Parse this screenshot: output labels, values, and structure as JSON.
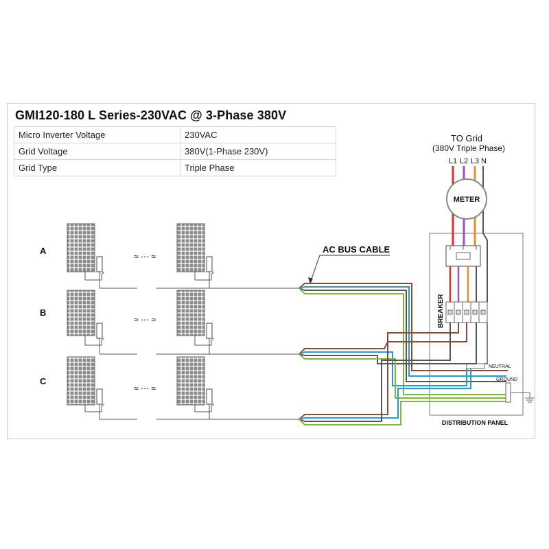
{
  "title": "GMI120-180 L Series-230VAC @ 3-Phase 380V",
  "specs": [
    {
      "label": "Micro Inverter Voltage",
      "value": "230VAC"
    },
    {
      "label": "Grid  Voltage",
      "value": "380V(1-Phase 230V)"
    },
    {
      "label": "Grid Type",
      "value": "Triple Phase"
    }
  ],
  "grid": {
    "title": "TO Grid",
    "subtitle": "(380V Triple Phase)",
    "phases": [
      "L1",
      "L2",
      "L3",
      "N"
    ]
  },
  "meter_label": "METER",
  "ac_bus_label": "AC BUS CABLE",
  "rows": [
    "A",
    "B",
    "C"
  ],
  "breaker_label": "BREAKER",
  "neutral_label": "NEUTRAL",
  "ground_label": "GROUND",
  "panel_label": "DISTRIBUTION PANEL",
  "ellipsis": "≈ ⋯ ≈",
  "colors": {
    "L1": "#e0302a",
    "L2": "#9b4fc0",
    "L3": "#f08a24",
    "N": "#4a4a4a",
    "ground": "#7fb83a",
    "blue": "#1f9de0",
    "brown": "#8a4a3a"
  }
}
